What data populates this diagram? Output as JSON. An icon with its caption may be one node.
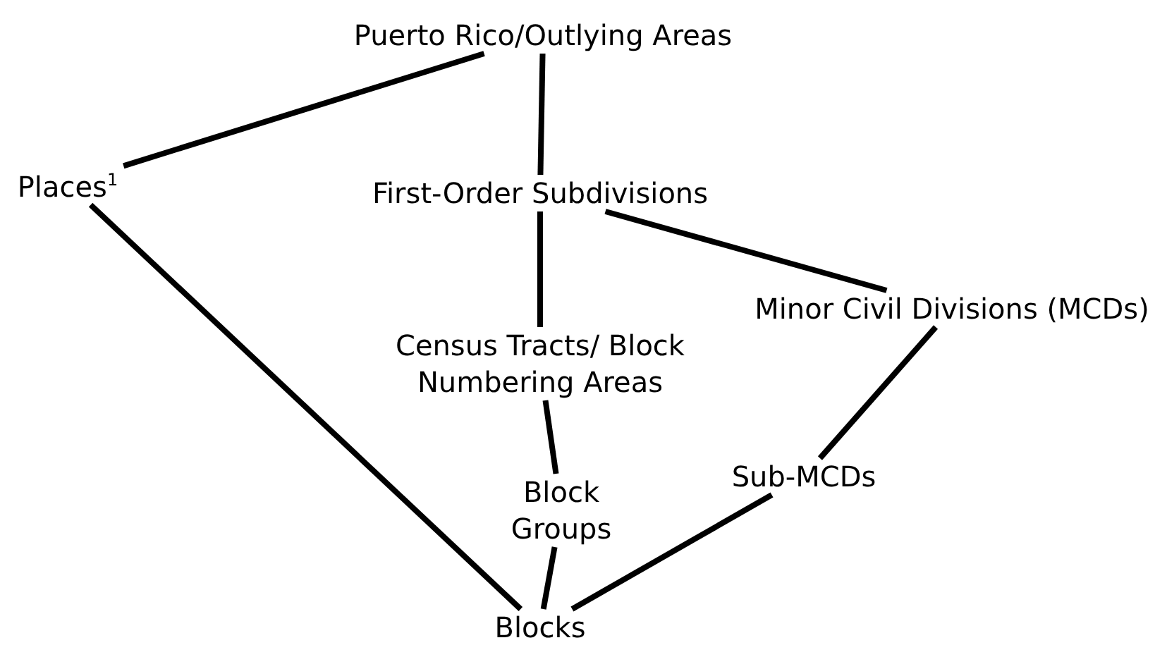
{
  "diagram": {
    "nodes": [
      {
        "text": [
          "Puerto Rico/Outlying Areas"
        ]
      },
      {
        "text": [
          "Places$^{1}$"
        ]
      },
      {
        "text": [
          "First-Order Subdivisions"
        ]
      },
      {
        "text": [
          "Minor Civil Divisions (MCDs)"
        ]
      },
      {
        "text": [
          "Census Tracts/ Block Numbering Areas"
        ]
      },
      {
        "text": [
          "Block Groups"
        ]
      },
      {
        "text": [
          "Sub-MCDs"
        ]
      },
      {
        "text": [
          "Blocks"
        ]
      }
    ],
    "edges": [
      {
        "from": 0,
        "to": 1,
        "arrow": "none"
      },
      {
        "from": 0,
        "to": 2,
        "arrow": "none"
      },
      {
        "from": 2,
        "to": 3,
        "arrow": "none"
      },
      {
        "from": 2,
        "to": 4,
        "arrow": "none"
      },
      {
        "from": 4,
        "to": 5,
        "arrow": "none"
      },
      {
        "from": 5,
        "to": 7,
        "arrow": "none"
      },
      {
        "from": 1,
        "to": 7,
        "arrow": "none"
      },
      {
        "from": 3,
        "to": 6,
        "arrow": "none"
      },
      {
        "from": 6,
        "to": 7,
        "arrow": "none"
      }
    ]
  }
}
